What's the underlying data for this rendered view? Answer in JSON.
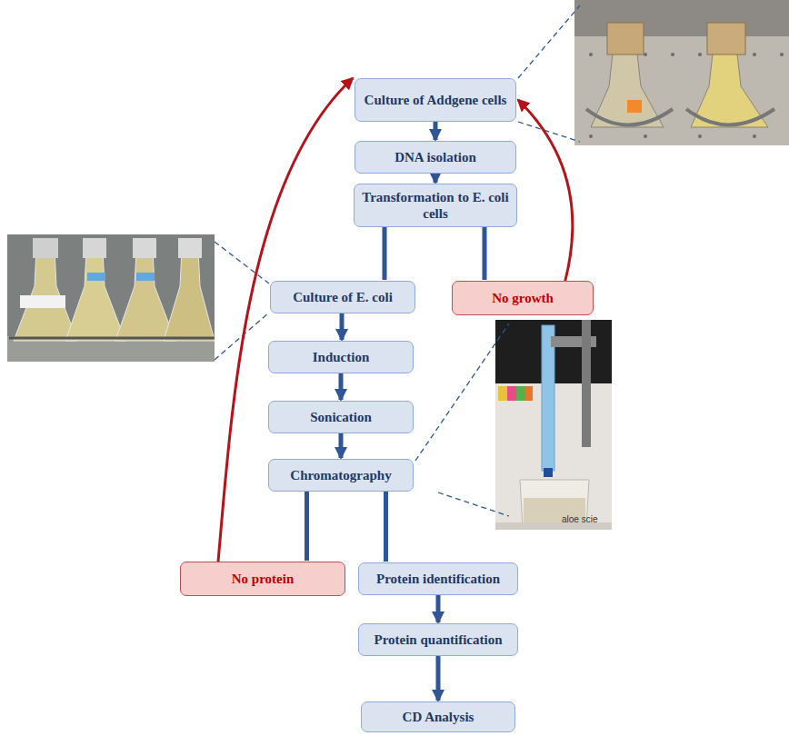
{
  "diagram": {
    "nodes": [
      {
        "text": [
          "Culture of Addgene cells"
        ]
      },
      {
        "text": [
          "DNA isolation"
        ]
      },
      {
        "text": [
          "Transformation to E. coli cells"
        ]
      },
      {
        "text": [
          "Culture of E. coli"
        ]
      },
      {
        "text": [
          "No growth"
        ]
      },
      {
        "text": [
          "Induction"
        ]
      },
      {
        "text": [
          "Sonication"
        ]
      },
      {
        "text": [
          "Chromatography"
        ]
      },
      {
        "text": [
          "No protein"
        ]
      },
      {
        "text": [
          "Protein identification"
        ]
      },
      {
        "text": [
          "Protein quantification"
        ]
      },
      {
        "text": [
          "CD Analysis"
        ]
      }
    ],
    "edges": [
      {
        "from": 0,
        "to": 1,
        "arrow": "to"
      },
      {
        "from": 1,
        "to": 2,
        "arrow": "to"
      },
      {
        "from": 2,
        "to": 3,
        "arrow": "none"
      },
      {
        "from": 2,
        "to": 4,
        "arrow": "none"
      },
      {
        "from": 3,
        "to": 5,
        "arrow": "to"
      },
      {
        "from": 5,
        "to": 6,
        "arrow": "to"
      },
      {
        "from": 6,
        "to": 7,
        "arrow": "to"
      },
      {
        "from": 7,
        "to": 8,
        "arrow": "none"
      },
      {
        "from": 7,
        "to": 9,
        "arrow": "none"
      },
      {
        "from": 9,
        "to": 10,
        "arrow": "to"
      },
      {
        "from": 10,
        "to": 11,
        "arrow": "to"
      },
      {
        "from": 4,
        "to": 0,
        "arrow": "to"
      },
      {
        "from": 8,
        "to": 0,
        "arrow": "to"
      }
    ],
    "labels": [
      "aloe scie"
    ]
  }
}
